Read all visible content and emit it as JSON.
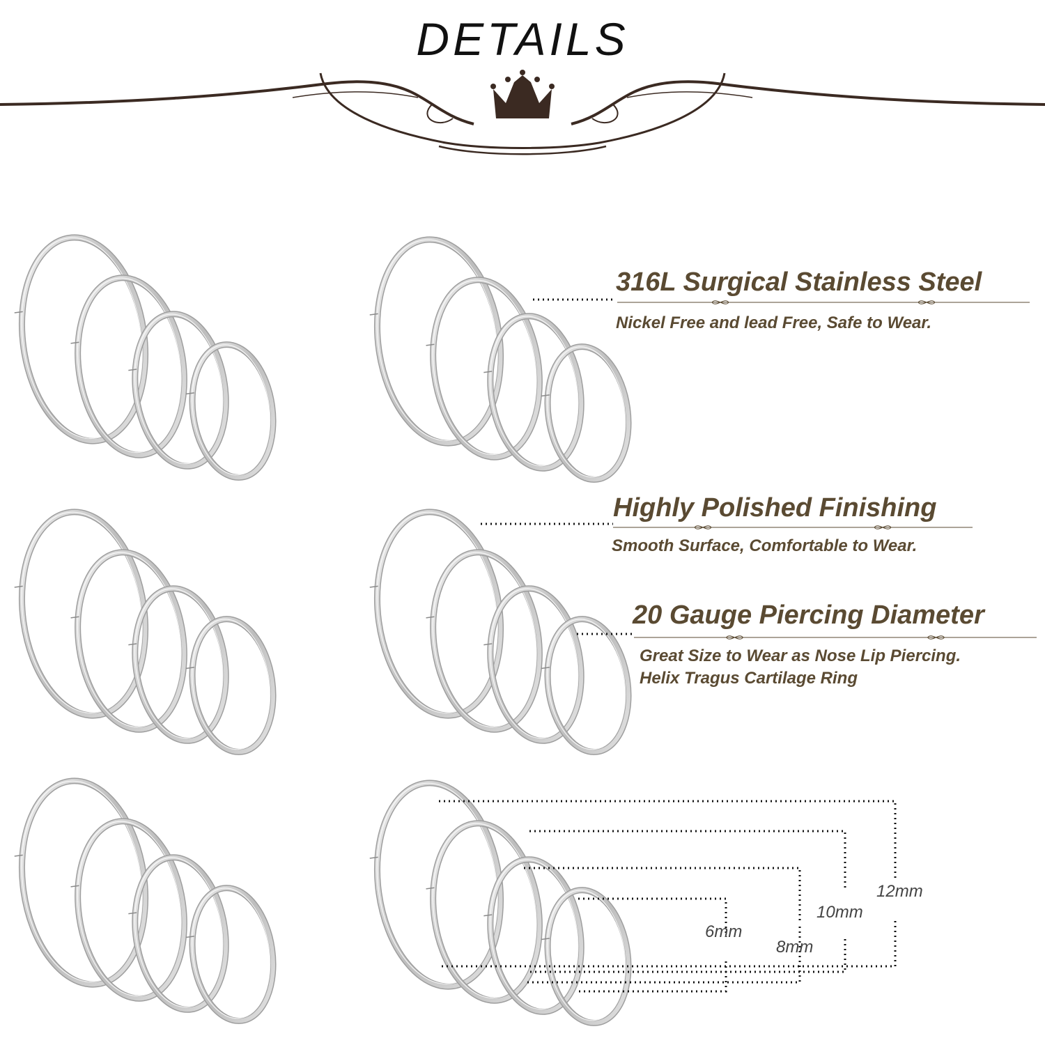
{
  "header": {
    "title": "DETAILS",
    "accent_color": "#3b2a22"
  },
  "features": [
    {
      "title": "316L Surgical Stainless Steel",
      "subtitle": "Nickel Free and lead Free, Safe to Wear."
    },
    {
      "title": "Highly Polished Finishing",
      "subtitle": "Smooth Surface, Comfortable to Wear."
    },
    {
      "title": "20 Gauge Piercing Diameter",
      "subtitle": "Great Size to Wear as Nose Lip Piercing.",
      "subtitle2": "Helix Tragus Cartilage Ring"
    }
  ],
  "sizes": [
    "6mm",
    "8mm",
    "10mm",
    "12mm"
  ],
  "colors": {
    "text": "#5a4a32",
    "ring": "#c9c9c9",
    "dotted": "#111111"
  }
}
